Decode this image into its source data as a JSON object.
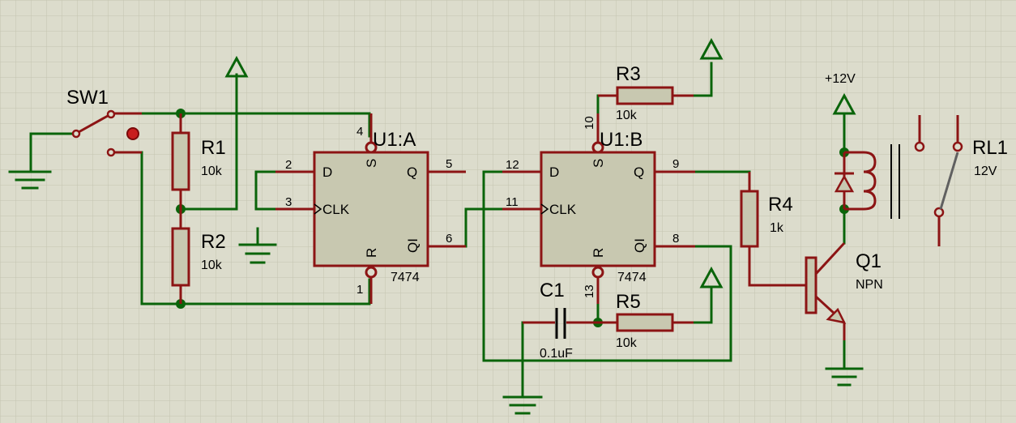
{
  "components": {
    "sw1": {
      "ref": "SW1"
    },
    "r1": {
      "ref": "R1",
      "value": "10k"
    },
    "r2": {
      "ref": "R2",
      "value": "10k"
    },
    "r3": {
      "ref": "R3",
      "value": "10k"
    },
    "r4": {
      "ref": "R4",
      "value": "1k"
    },
    "r5": {
      "ref": "R5",
      "value": "10k"
    },
    "c1": {
      "ref": "C1",
      "value": "0.1uF"
    },
    "u1a": {
      "ref": "U1:A",
      "part": "7474"
    },
    "u1b": {
      "ref": "U1:B",
      "part": "7474"
    },
    "q1": {
      "ref": "Q1",
      "type": "NPN"
    },
    "rl1": {
      "ref": "RL1",
      "value": "12V"
    },
    "supply": {
      "label": "+12V"
    }
  },
  "ff_pins": {
    "d": "D",
    "clk": "CLK",
    "s": "S",
    "r": "R",
    "q": "Q",
    "qi": "QI"
  },
  "u1a_pins": {
    "d": "2",
    "clk": "3",
    "s": "4",
    "q": "5",
    "qi": "6",
    "r": "1"
  },
  "u1b_pins": {
    "d": "12",
    "clk": "11",
    "s": "10",
    "q": "9",
    "qi": "8",
    "r": "13"
  }
}
